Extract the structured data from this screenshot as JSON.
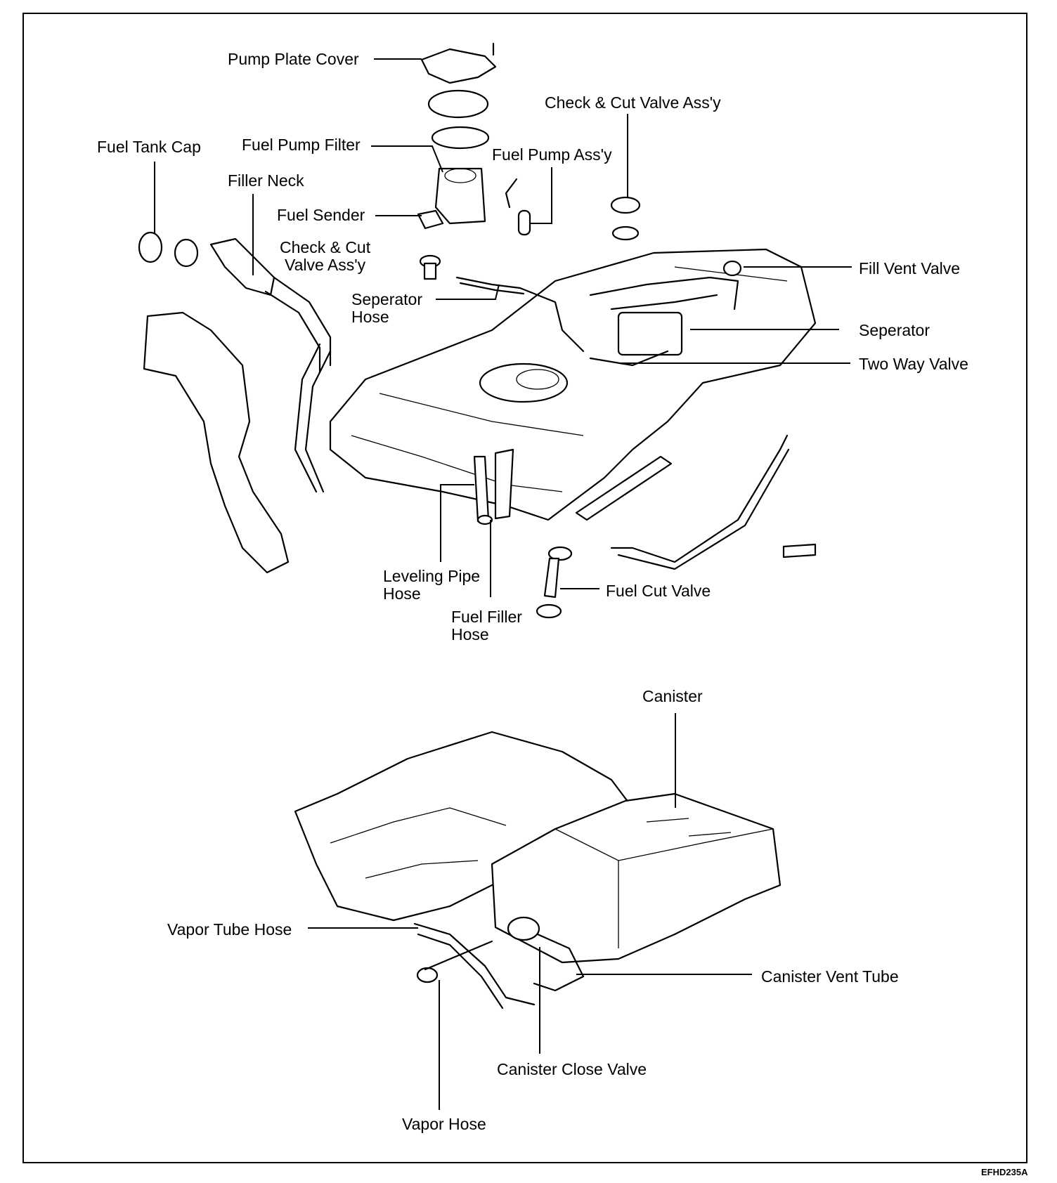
{
  "labels": {
    "pump_plate_cover": "Pump Plate Cover",
    "check_cut_valve_top": "Check & Cut Valve Ass'y",
    "fuel_tank_cap": "Fuel Tank Cap",
    "fuel_pump_filter": "Fuel Pump Filter",
    "fuel_pump_assy": "Fuel Pump Ass'y",
    "filler_neck": "Filler Neck",
    "fuel_sender": "Fuel Sender",
    "check_cut_valve_left_l1": "Check & Cut",
    "check_cut_valve_left_l2": "Valve Ass'y",
    "fill_vent_valve": "Fill Vent Valve",
    "seperator_hose_l1": "Seperator",
    "seperator_hose_l2": "Hose",
    "seperator": "Seperator",
    "two_way_valve": "Two Way Valve",
    "leveling_pipe_hose_l1": "Leveling Pipe",
    "leveling_pipe_hose_l2": "Hose",
    "fuel_cut_valve": "Fuel Cut Valve",
    "fuel_filler_hose_l1": "Fuel Filler",
    "fuel_filler_hose_l2": "Hose",
    "canister": "Canister",
    "vapor_tube_hose": "Vapor Tube Hose",
    "canister_vent_tube": "Canister Vent Tube",
    "canister_close_valve": "Canister Close Valve",
    "vapor_hose": "Vapor Hose"
  },
  "figure_code": "EFHD235A"
}
